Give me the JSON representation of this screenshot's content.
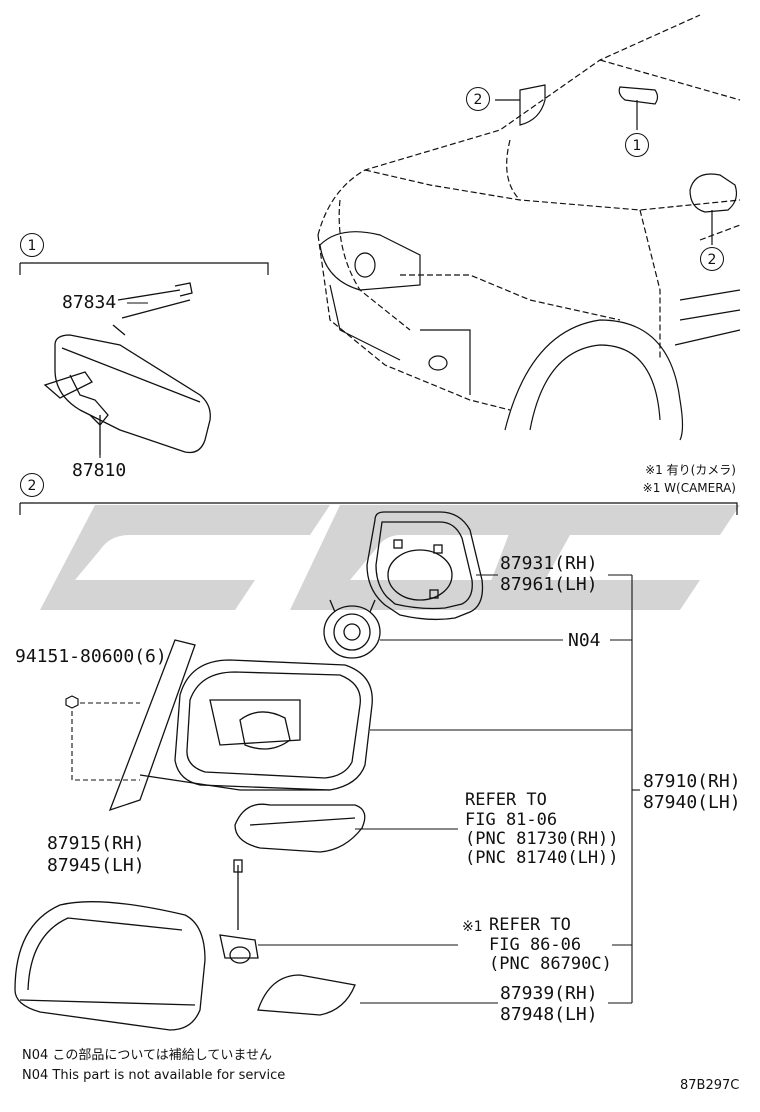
{
  "callouts": {
    "section1": "1",
    "section2": "2",
    "car_mirror_inner": "1",
    "car_mirror_outer_top": "2",
    "car_mirror_outer_side": "2"
  },
  "parts": {
    "p87834": "87834",
    "p87810": "87810",
    "bolt": "94151-80600(6)",
    "p87915": "87915(RH)",
    "p87945": "87945(LH)",
    "p87931": "87931(RH)",
    "p87961": "87961(LH)",
    "n04": "N04",
    "p87910": "87910(RH)",
    "p87940": "87940(LH)",
    "p87939": "87939(RH)",
    "p87948": "87948(LH)"
  },
  "refs": {
    "ref1_line1": "REFER TO",
    "ref1_line2": "FIG 81-06",
    "ref1_line3": "(PNC 81730(RH))",
    "ref1_line4": "(PNC 81740(LH))",
    "ref2_mark": "※1",
    "ref2_line1": "REFER TO",
    "ref2_line2": "FIG 86-06",
    "ref2_line3": "(PNC 86790C)"
  },
  "notes": {
    "camera_jp": "※1 有り(カメラ)",
    "camera_en": "※1 W(CAMERA)",
    "n04_jp": "N04 この部品については補給していません",
    "n04_en": "N04 This part is not available for service",
    "figure_code": "87B297C"
  },
  "colors": {
    "ink": "#111111",
    "watermark": "#d4d4d4"
  }
}
